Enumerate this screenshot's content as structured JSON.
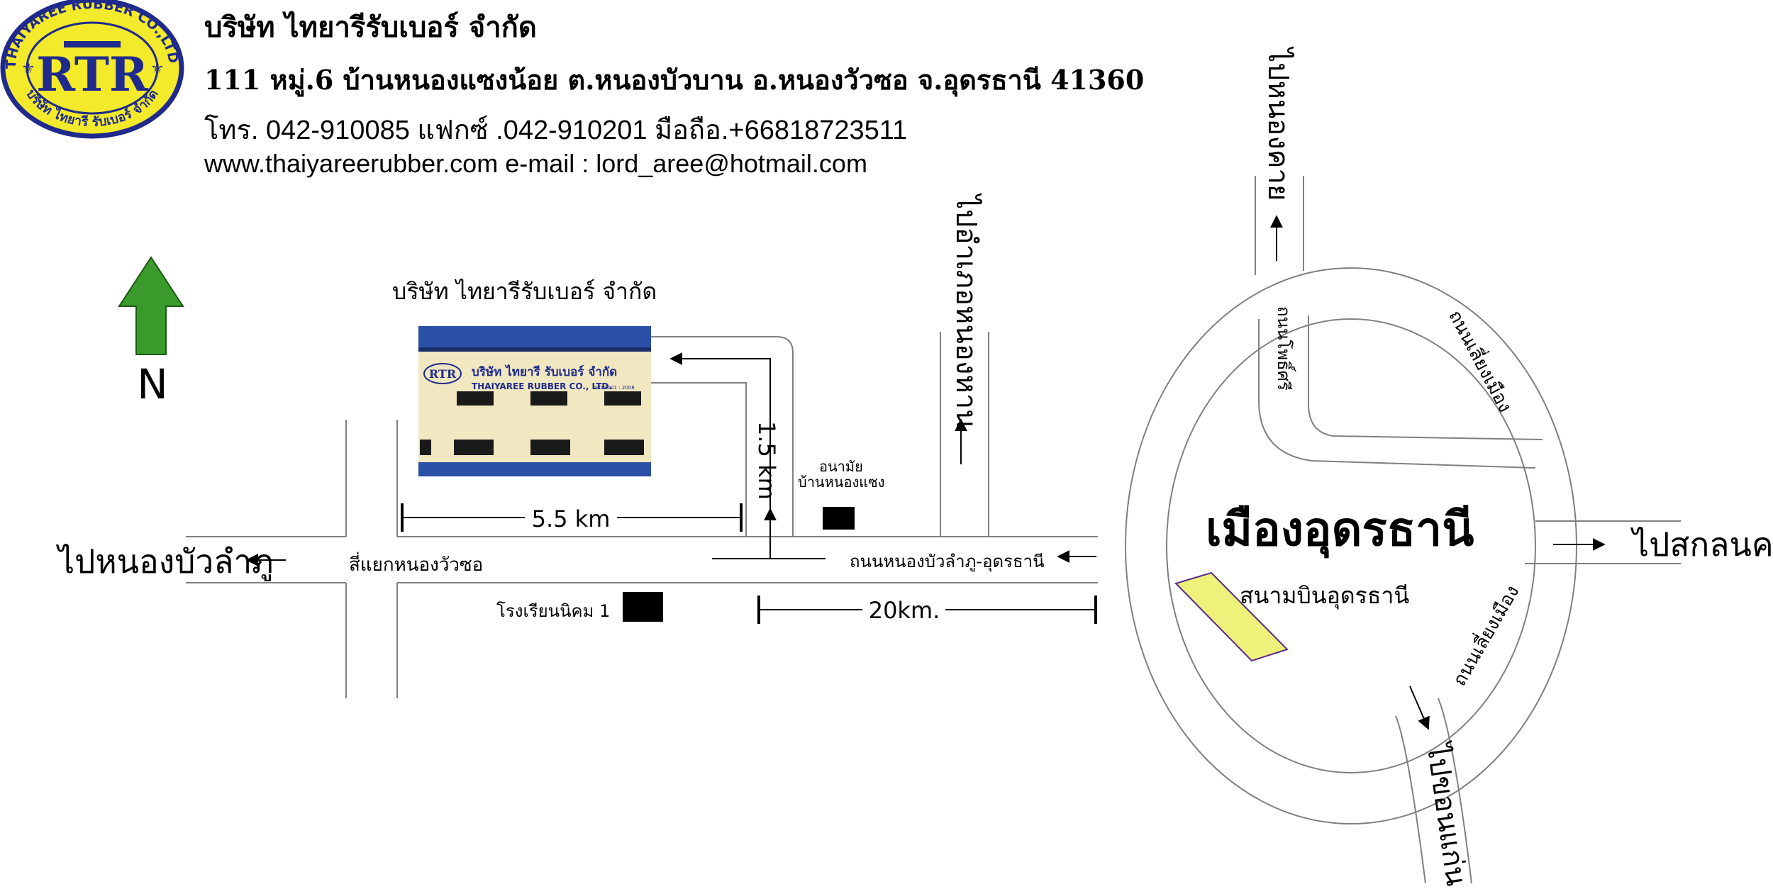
{
  "company": {
    "name": "บริษัท ไทยารีรับเบอร์ จำกัด",
    "address": "111 หมู่.6 บ้านหนองแซงน้อย ต.หนองบัวบาน อ.หนองวัวซอ จ.อุดรธานี 41360",
    "phone": "โทร. 042-910085 แฟกซ์ .042-910201 มือถือ.+66818723511",
    "web": "www.thaiyareerubber.com  e-mail : lord_aree@hotmail.com"
  },
  "logo": {
    "ring_text_top": "THAIYAREE RUBBER CO.,LTD.",
    "ring_text_bottom": "บริษัท ไทยารี รับเบอร์ จำกัด",
    "monogram": "RTR",
    "fill_color": "#f2ea2a",
    "ring_color": "#1f2a8c"
  },
  "compass": {
    "label": "N",
    "color": "#3a9a2b"
  },
  "map_labels": {
    "factory_title": "บริษัท ไทยารีรับเบอร์ จำกัด",
    "to_nong_bua_lamphu": "ไปหนองบัวลำภู",
    "nong_wua_so_junction": "สี่แยกหนองวัวซอ",
    "school": "โรงเรียนนิคม 1",
    "health_center_line1": "อนามัย",
    "health_center_line2": "บ้านหนองแซง",
    "road_main": "ถนนหนองบัวลำภู-อุดรธานี",
    "to_nong_han_luang": "ไปอำเภอหนองหาน",
    "to_nong_khai": "ไปหนองคาย",
    "to_sakon_nakhon": "ไปสกลนคร",
    "to_khon_kaen": "ไปขอนแก่น",
    "city": "เมืองอุดรธานี",
    "airport": "สนามบินอุดรธานี",
    "road_pho_si": "ถนนโพธิ์ศรี",
    "ring_road_ne": "ถนนเลี่ยงเมือง",
    "ring_road_se": "ถนนเลี่ยงเมือง"
  },
  "distances": {
    "d_5_5": "5.5  km",
    "d_1_5": "1.5  km",
    "d_20": "20km."
  },
  "factory_photo": {
    "sign_text_th": "บริษัท ไทยารี รับเบอร์ จำกัด",
    "sign_text_en": "THAIYAREE RUBBER CO., LTD.",
    "sign_cert": "ISO 9001 : 2008",
    "roof_color": "#2a4fa6",
    "wall_color": "#f1e8c2"
  },
  "colors": {
    "airport_fill": "#eef27a",
    "airport_stroke": "#5a2a8a",
    "road_stroke": "#808080"
  }
}
